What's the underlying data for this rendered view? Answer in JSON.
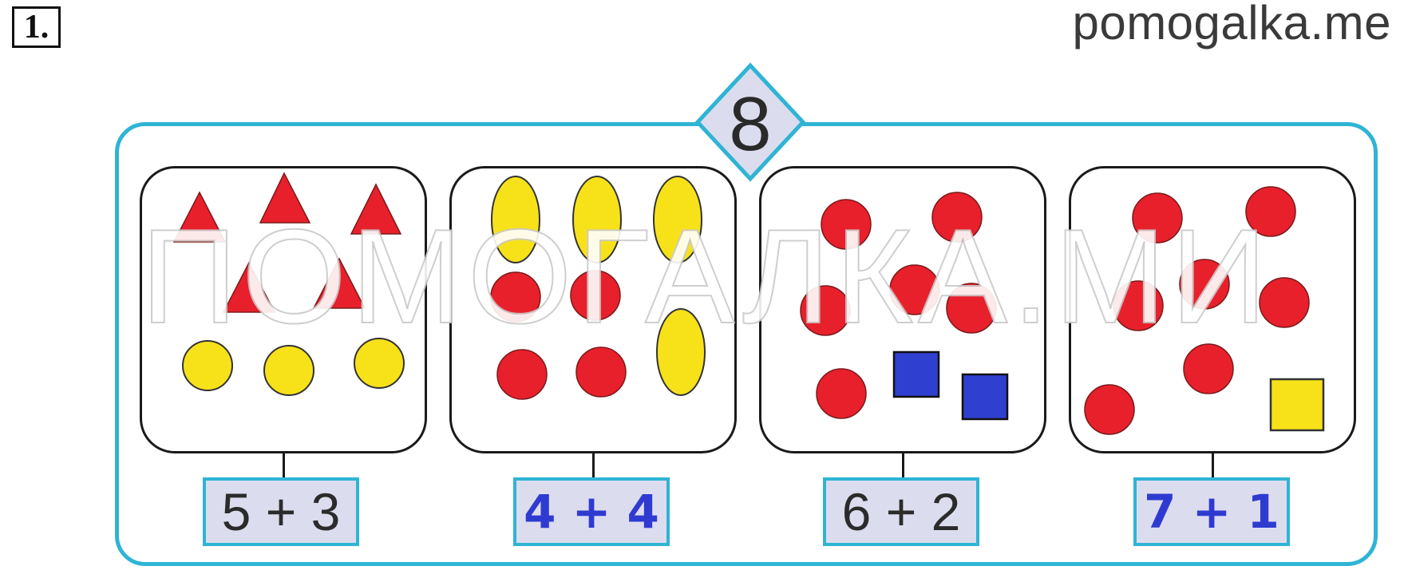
{
  "task_number": "1.",
  "site_label": "pomogalka.me",
  "watermark": "ПОМОГАЛКА.МИ",
  "total": "8",
  "colors": {
    "frame": "#2fb4d4",
    "red": "#e8202c",
    "yellow": "#f7e21a",
    "blue": "#2f3fd0",
    "label_bg": "#dcdcef",
    "blue_text": "#2f3bd0"
  },
  "groups": [
    {
      "expression": "5 + 3",
      "style": "dark",
      "contents": [
        "5 red triangles",
        "3 yellow circles"
      ]
    },
    {
      "expression": "4 + 4",
      "style": "blue",
      "contents": [
        "4 yellow ovals",
        "4 red circles"
      ]
    },
    {
      "expression": "6 + 2",
      "style": "dark",
      "contents": [
        "6 red circles",
        "2 blue squares"
      ]
    },
    {
      "expression": "7 + 1",
      "style": "blue",
      "contents": [
        "7 red circles",
        "1 yellow square"
      ]
    }
  ]
}
